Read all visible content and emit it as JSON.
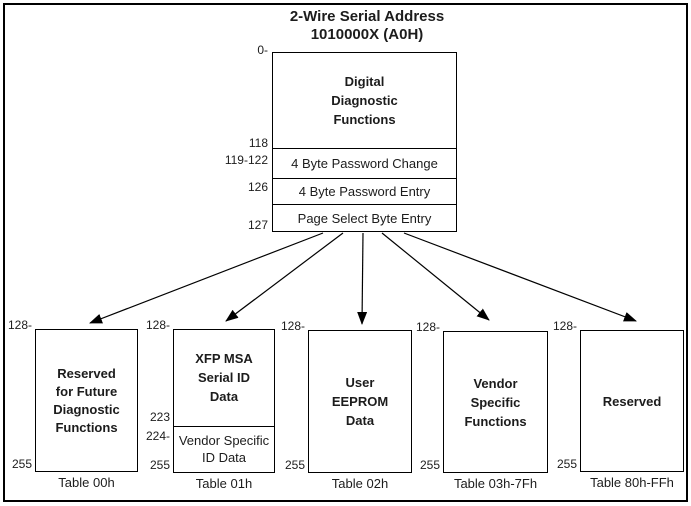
{
  "colors": {
    "ink": "#1c1c1c",
    "line": "#000000",
    "background": "#ffffff"
  },
  "title": {
    "line1": "2-Wire Serial Address",
    "line2": "1010000X (A0H)"
  },
  "address_map": {
    "left_labels": {
      "start": "0-",
      "end_main": "118",
      "password_change": "119-122",
      "password_entry": "126",
      "page_select": "127"
    },
    "main_section": {
      "lines": [
        "Digital",
        "Diagnostic",
        "Functions"
      ]
    },
    "rows": {
      "password_change": "4 Byte Password Change",
      "password_entry": "4 Byte Password Entry",
      "page_select": "Page Select Byte Entry"
    }
  },
  "tables": [
    {
      "top_label": "128-",
      "bottom_label": "255",
      "lines": [
        "Reserved",
        "for Future",
        "Diagnostic",
        "Functions"
      ],
      "caption": "Table 00h"
    },
    {
      "top_label": "128-",
      "label_223": "223",
      "label_224": "224-",
      "bottom_label": "255",
      "lines": [
        "XFP MSA",
        "Serial ID",
        "Data"
      ],
      "sub_lines": [
        "Vendor Specific",
        "ID Data"
      ],
      "caption": "Table 01h"
    },
    {
      "top_label": "128-",
      "bottom_label": "255",
      "lines": [
        "User",
        "EEPROM",
        "Data"
      ],
      "caption": "Table 02h"
    },
    {
      "top_label": "128-",
      "bottom_label": "255",
      "lines": [
        "Vendor",
        "Specific",
        "Functions"
      ],
      "caption": "Table 03h-7Fh"
    },
    {
      "top_label": "128-",
      "bottom_label": "255",
      "lines": [
        "Reserved"
      ],
      "caption": "Table 80h-FFh"
    }
  ]
}
